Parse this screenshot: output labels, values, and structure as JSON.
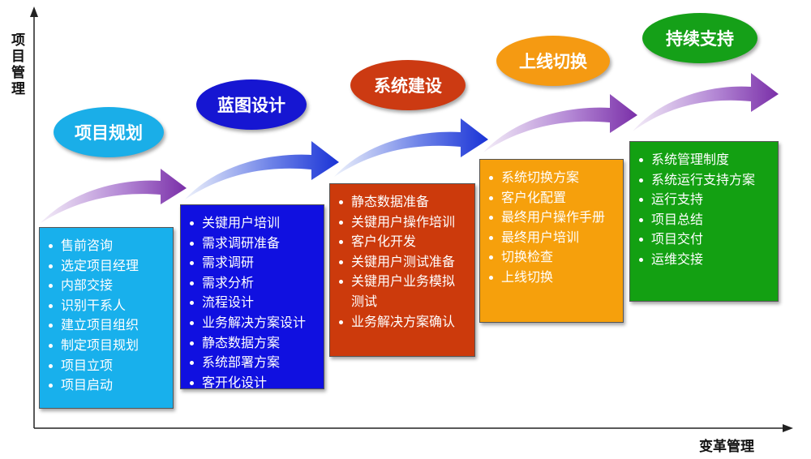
{
  "axes": {
    "y_label": "项目管理",
    "x_label": "变革管理"
  },
  "phases": [
    {
      "title": "项目规划",
      "pill_color": "#1aaee8",
      "box_color": "#18b0ec",
      "items": [
        "售前咨询",
        "选定项目经理",
        "内部交接",
        "识别干系人",
        "建立项目组织",
        "制定项目规划",
        "项目立项",
        "项目启动"
      ]
    },
    {
      "title": "蓝图设计",
      "pill_color": "#1616d2",
      "box_color": "#1010e0",
      "items": [
        "关键用户培训",
        "需求调研准备",
        "需求调研",
        "需求分析",
        "流程设计",
        "业务解决方案设计",
        "静态数据方案",
        "系统部署方案",
        "客开化设计"
      ]
    },
    {
      "title": "系统建设",
      "pill_color": "#cc3a12",
      "box_color": "#cc3a0c",
      "items": [
        "静态数据准备",
        "关键用户操作培训",
        "客户化开发",
        "关键用户测试准备",
        "关键用户业务模拟",
        "测试",
        "业务解决方案确认"
      ]
    },
    {
      "title": "上线切换",
      "pill_color": "#f59a12",
      "box_color": "#f6a00c",
      "items": [
        "系统切换方案",
        "客户化配置",
        "最终用户操作手册",
        "最终用户培训",
        "切换检查",
        "上线切换"
      ]
    },
    {
      "title": "持续支持",
      "pill_color": "#15a018",
      "box_color": "#13a012",
      "items": [
        "系统管理制度",
        "系统运行支持方案",
        "运行支持",
        "项目总结",
        "项目交付",
        "运维交接"
      ]
    }
  ]
}
